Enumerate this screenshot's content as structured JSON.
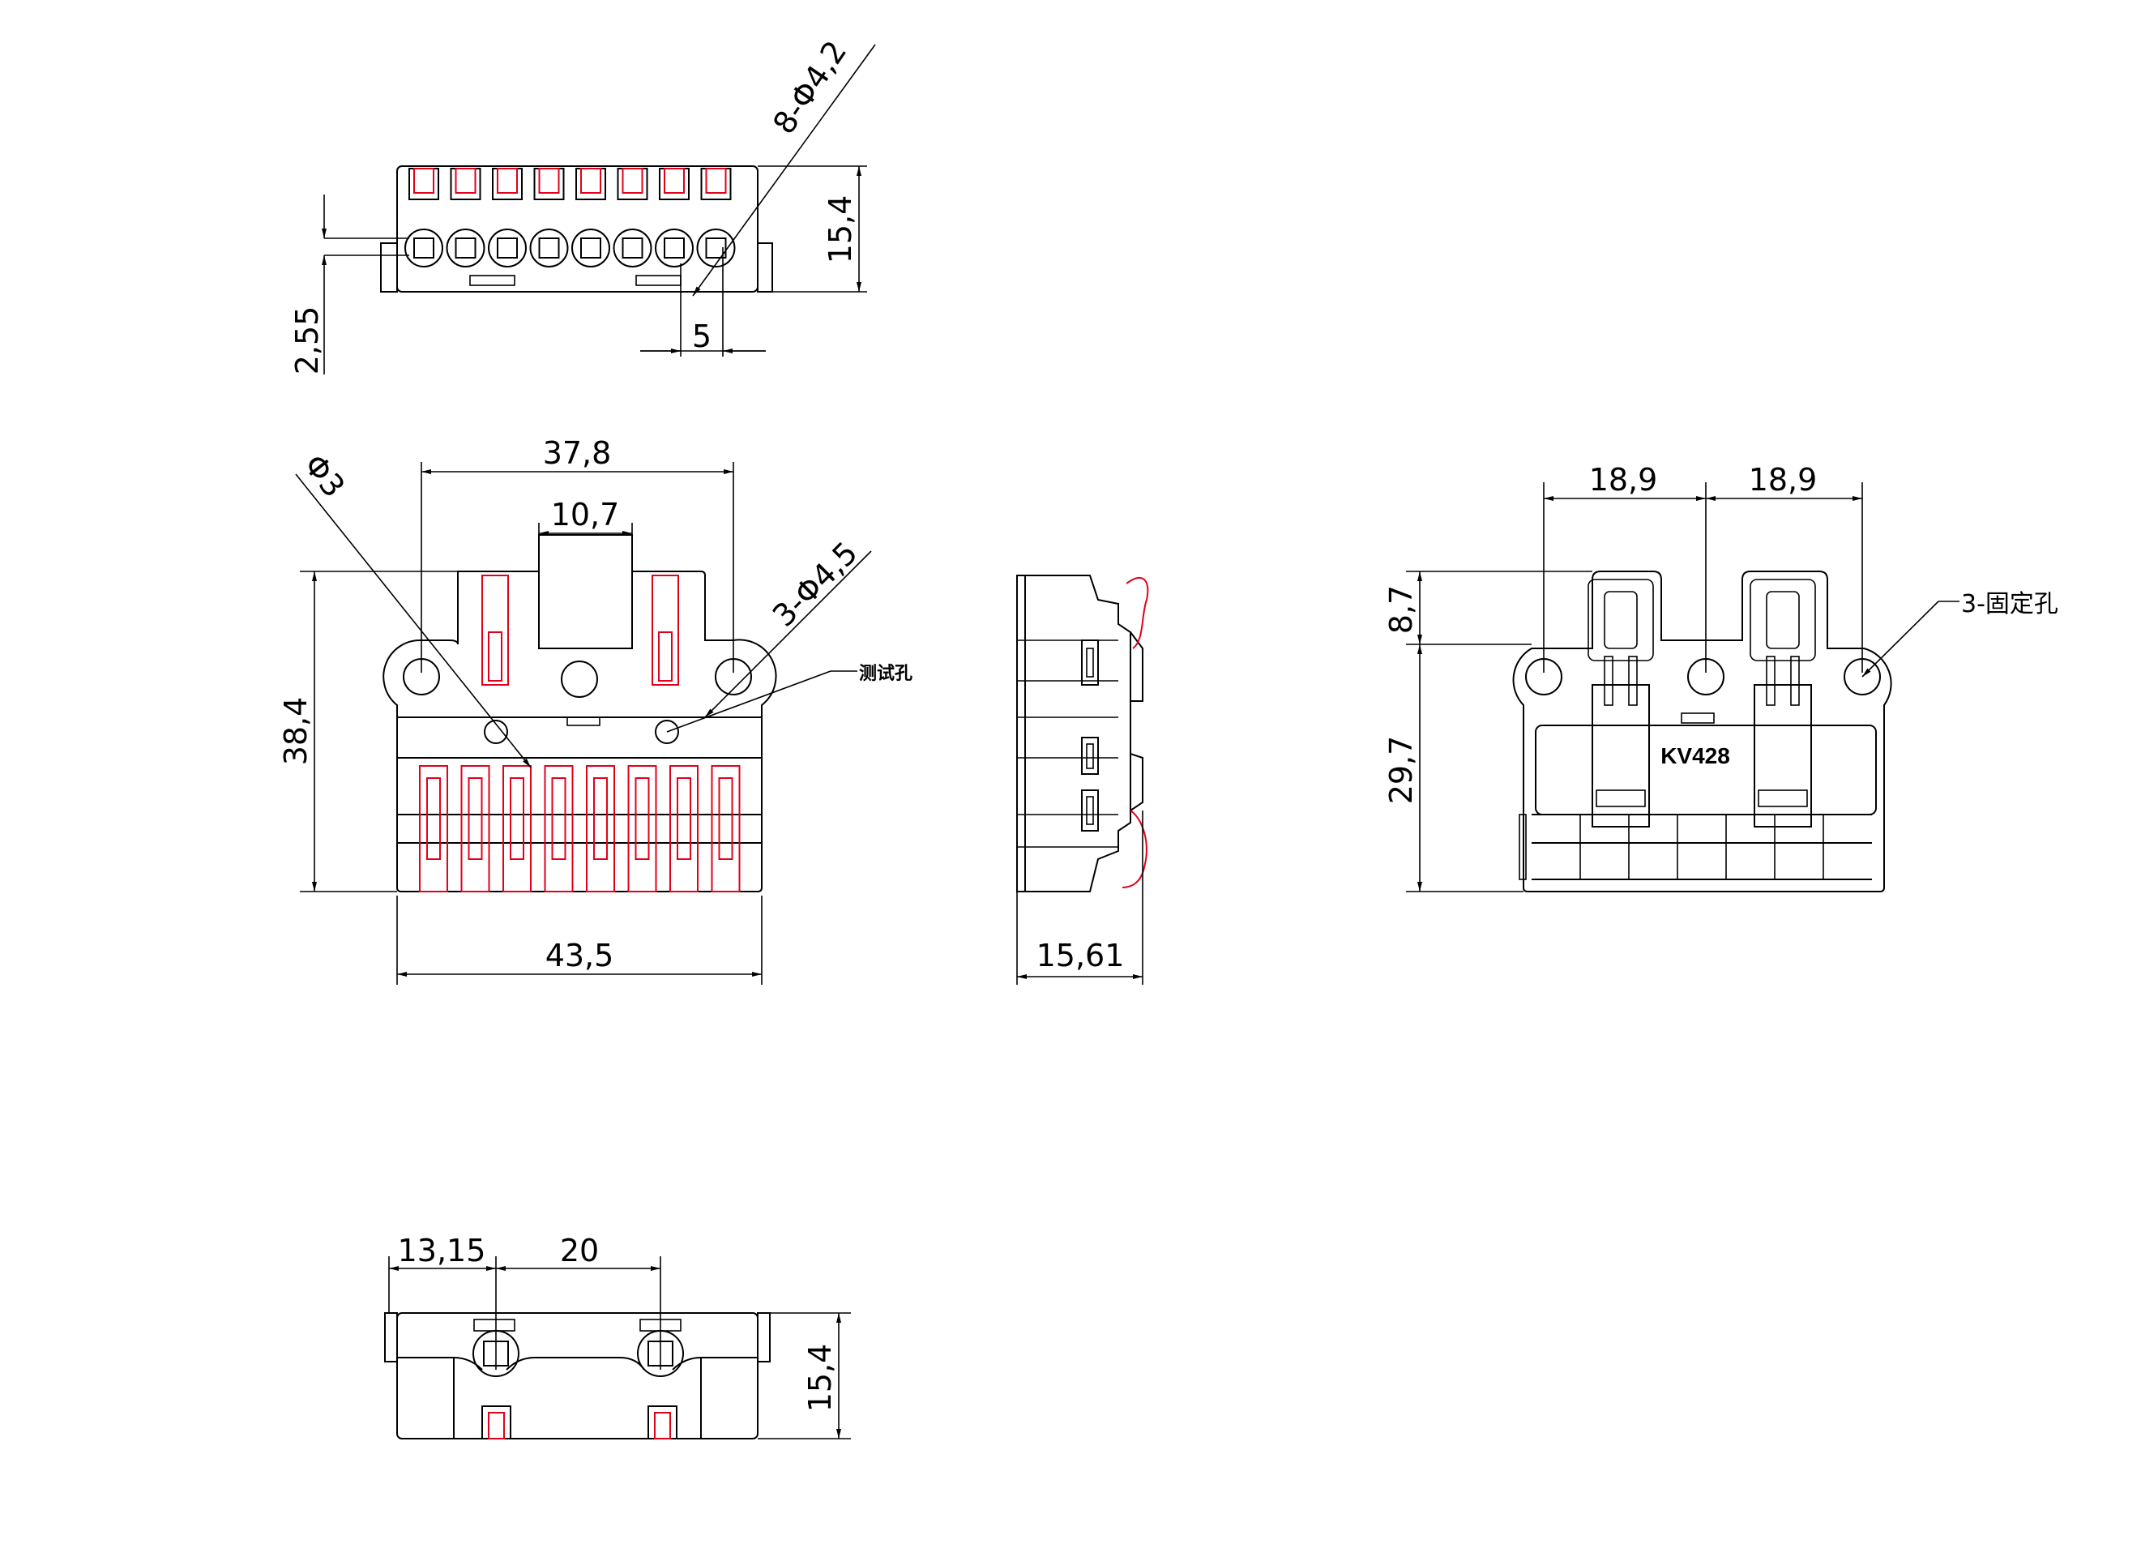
{
  "part_number": "KV428",
  "labels": {
    "test_hole": "测试孔",
    "mount_holes": "3-固定孔"
  },
  "dimensions": {
    "top_holes": "8-Φ4,2",
    "top_height": "15,4",
    "top_pitch": "5",
    "top_offset": "2,55",
    "front_width_top": "37,8",
    "front_window": "10,7",
    "front_small_hole": "Φ3",
    "front_mount_holes": "3-Φ4,5",
    "front_height": "38,4",
    "front_width_bottom": "43,5",
    "side_depth": "15,61",
    "back_half_left": "18,9",
    "back_half_right": "18,9",
    "back_ear_height": "8,7",
    "back_body_height": "29,7",
    "bottom_offset": "13,15",
    "bottom_spacing": "20",
    "bottom_height": "15,4"
  },
  "colors": {
    "line": "#000000",
    "highlight": "#e3001b"
  }
}
